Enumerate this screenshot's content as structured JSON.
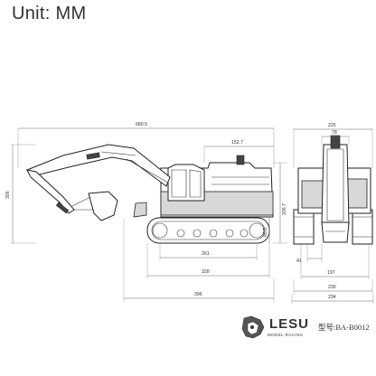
{
  "header": {
    "unit_label": "Unit: MM"
  },
  "side_view": {
    "dims": {
      "overall_length": "680.5",
      "upper_width": "152.7",
      "height": "306",
      "cab_height": "206.7",
      "ground_clearance": "85.5",
      "track_inner": "261",
      "track_length": "328",
      "base_length": "396"
    }
  },
  "front_view": {
    "dims": {
      "top_width": "225",
      "boom_width": "78",
      "track_gap": "41",
      "center_offset": "197",
      "track_width": "230",
      "overall_width": "234"
    }
  },
  "branding": {
    "logo_text": "LESU",
    "logo_sub": "MODEL RACING",
    "model_label": "型号:BA-B0012"
  }
}
